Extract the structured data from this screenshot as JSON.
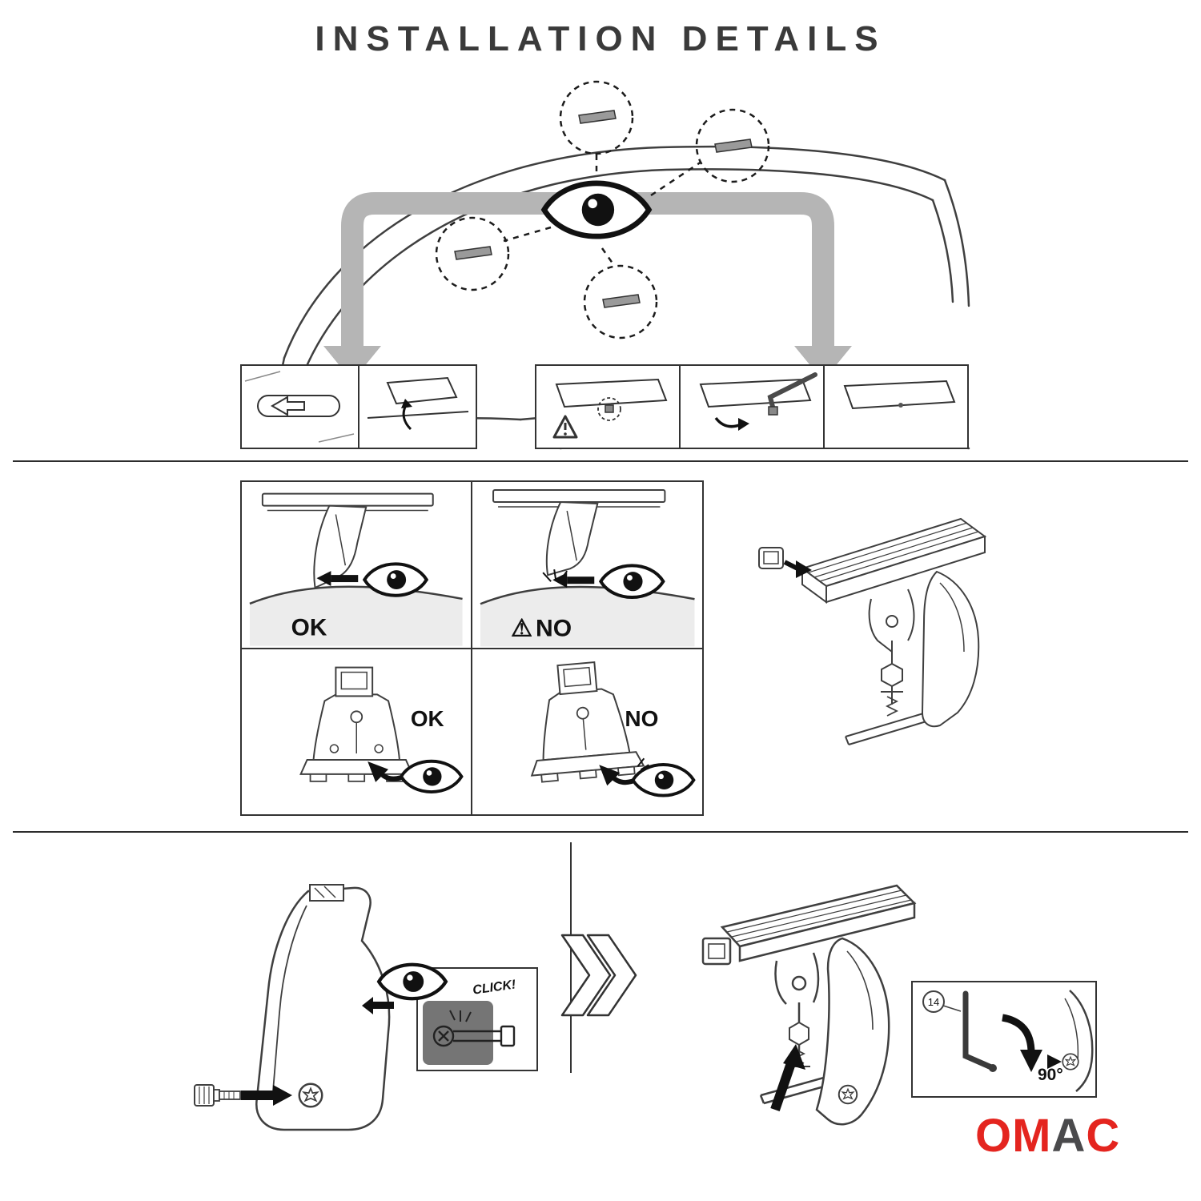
{
  "title": "INSTALLATION DETAILS",
  "fit_check": {
    "warning": "⚠",
    "side_ok": "OK",
    "side_no": "NO",
    "front_ok": "OK",
    "front_no": "NO"
  },
  "assembly": {
    "click": "CLICK!",
    "part_number": "14",
    "angle": "90°"
  },
  "logo": {
    "text": "OMAC",
    "letters": [
      {
        "char": "O",
        "style": "color:#e4251f"
      },
      {
        "char": "M",
        "style": "color:#e4251f"
      },
      {
        "char": "A",
        "style": "color:#4a4a4c"
      },
      {
        "char": "C",
        "style": "color:#e4251f"
      }
    ]
  },
  "colors": {
    "line": "#3f3f3f",
    "band_gray": "#b5b5b5",
    "roof_gray": "#ececec",
    "inset_gray": "#757575",
    "brand_red": "#e4251f"
  }
}
